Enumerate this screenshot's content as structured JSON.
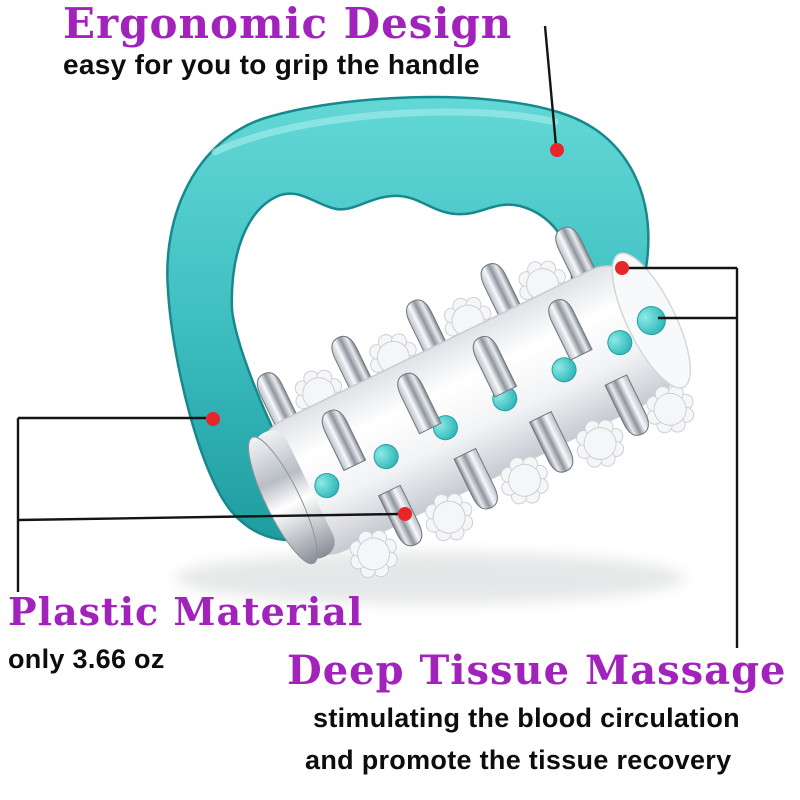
{
  "colors": {
    "heading_purple": "#A123BC",
    "body_text": "#0d0d0d",
    "product_teal": "#3FC2C3",
    "callout_red": "#E8262A",
    "callout_line": "#141414"
  },
  "annotations": {
    "ergonomic": {
      "title": "Ergonomic Design",
      "subtitle": "easy for you to grip the handle"
    },
    "material": {
      "title": "Plastic Material",
      "subtitle": "only 3.66 oz"
    },
    "massage": {
      "title": "Deep Tissue Massage",
      "subtitle_line1": "stimulating the blood circulation",
      "subtitle_line2": "and promote the tissue recovery"
    }
  },
  "product": {
    "illustration": "teal-handheld-massage-roller"
  }
}
